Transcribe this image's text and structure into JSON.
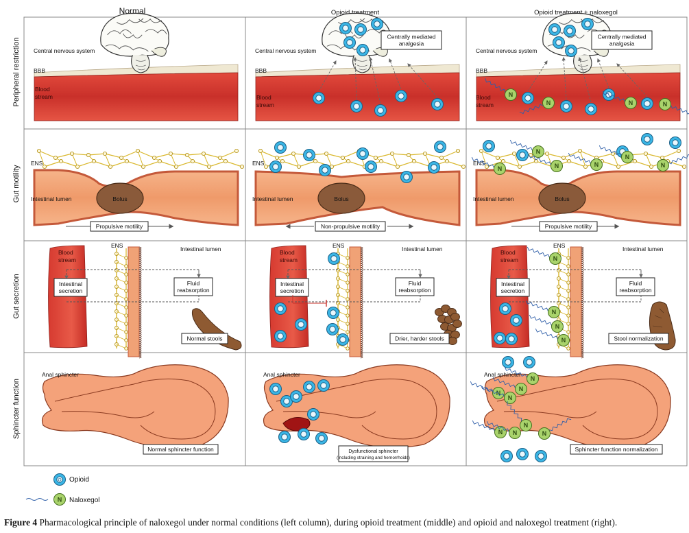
{
  "columns": [
    "Normal",
    "Opioid treatment",
    "Opioid treatment + naloxegol"
  ],
  "rows": [
    "Peripheral restriction",
    "Gut motility",
    "Gut secretion",
    "Sphincter function"
  ],
  "labels": {
    "cns": "Central nervous system",
    "bbb": "BBB",
    "blood_stream_1": "Blood",
    "blood_stream_2": "stream",
    "analgesia_1": "Centrally mediated",
    "analgesia_2": "analgesia",
    "ens": "ENS",
    "lumen_motility": "Intestinal lumen",
    "bolus": "Bolus",
    "motility_normal": "Propulsive motility",
    "motility_opioid": "Non-propulsive motility",
    "motility_naloxegol": "Propulsive motility",
    "lumen_secretion": "Intestinal lumen",
    "intestinal_secretion_1": "Intestinal",
    "intestinal_secretion_2": "secretion",
    "fluid_1": "Fluid",
    "fluid_2": "reabsorption",
    "stools_normal": "Normal stools",
    "stools_opioid": "Drier, harder stools",
    "stools_naloxegol": "Stool normalization",
    "anal_sphincter": "Anal sphincter",
    "sphincter_normal": "Normal sphincter function",
    "sphincter_opioid_1": "Dysfunctional sphincter",
    "sphincter_opioid_2": "(including straining and hemorrhoids)",
    "sphincter_naloxegol": "Sphincter function normalization"
  },
  "legend": {
    "opioid_glyph": "O",
    "opioid_label": "Opioid",
    "naloxegol_glyph": "N",
    "naloxegol_label": "Naloxegol"
  },
  "caption": {
    "figure_label": "Figure 4",
    "text": "Pharmacological principle of naloxegol under normal conditions (left column), during opioid treatment (middle) and opioid and naloxegol treatment (right)."
  },
  "colors": {
    "opioid_fill": "#3ab6e6",
    "naloxegol_fill": "#a9d36b",
    "blood": "#c9302a",
    "gut": "#f0a276",
    "ens": "#d9b72a",
    "bolus": "#8a5a3a"
  }
}
